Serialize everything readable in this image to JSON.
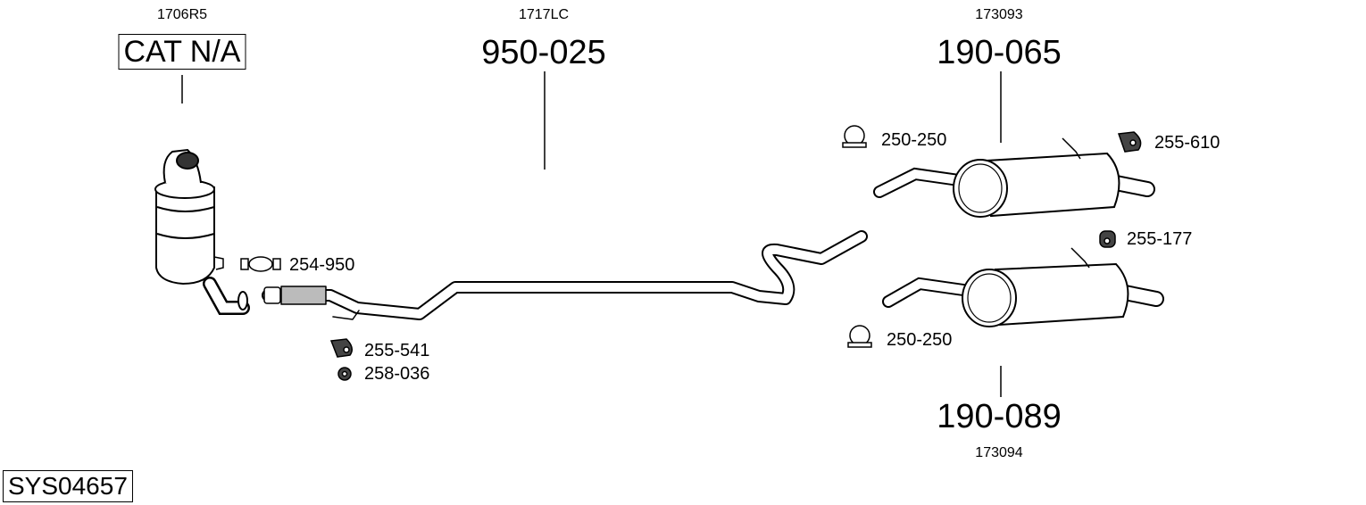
{
  "system_id": "SYS04657",
  "groups": [
    {
      "oe_ref": "1706R5",
      "part_no": "CAT N/A"
    },
    {
      "oe_ref": "1717LC",
      "part_no": "950-025"
    },
    {
      "oe_ref": "173093",
      "part_no": "190-065"
    },
    {
      "oe_ref": "173094",
      "part_no": "190-089"
    }
  ],
  "accessories": [
    {
      "icon": "clamp-icon",
      "part_no": "254-950"
    },
    {
      "icon": "rubber-mount-icon",
      "part_no": "255-541"
    },
    {
      "icon": "nut-icon",
      "part_no": "258-036"
    },
    {
      "icon": "u-clamp-icon",
      "part_no": "250-250"
    },
    {
      "icon": "rubber-mount-icon",
      "part_no": "255-610"
    },
    {
      "icon": "rubber-ring-icon",
      "part_no": "255-177"
    },
    {
      "icon": "u-clamp-icon",
      "part_no": "250-250"
    }
  ]
}
